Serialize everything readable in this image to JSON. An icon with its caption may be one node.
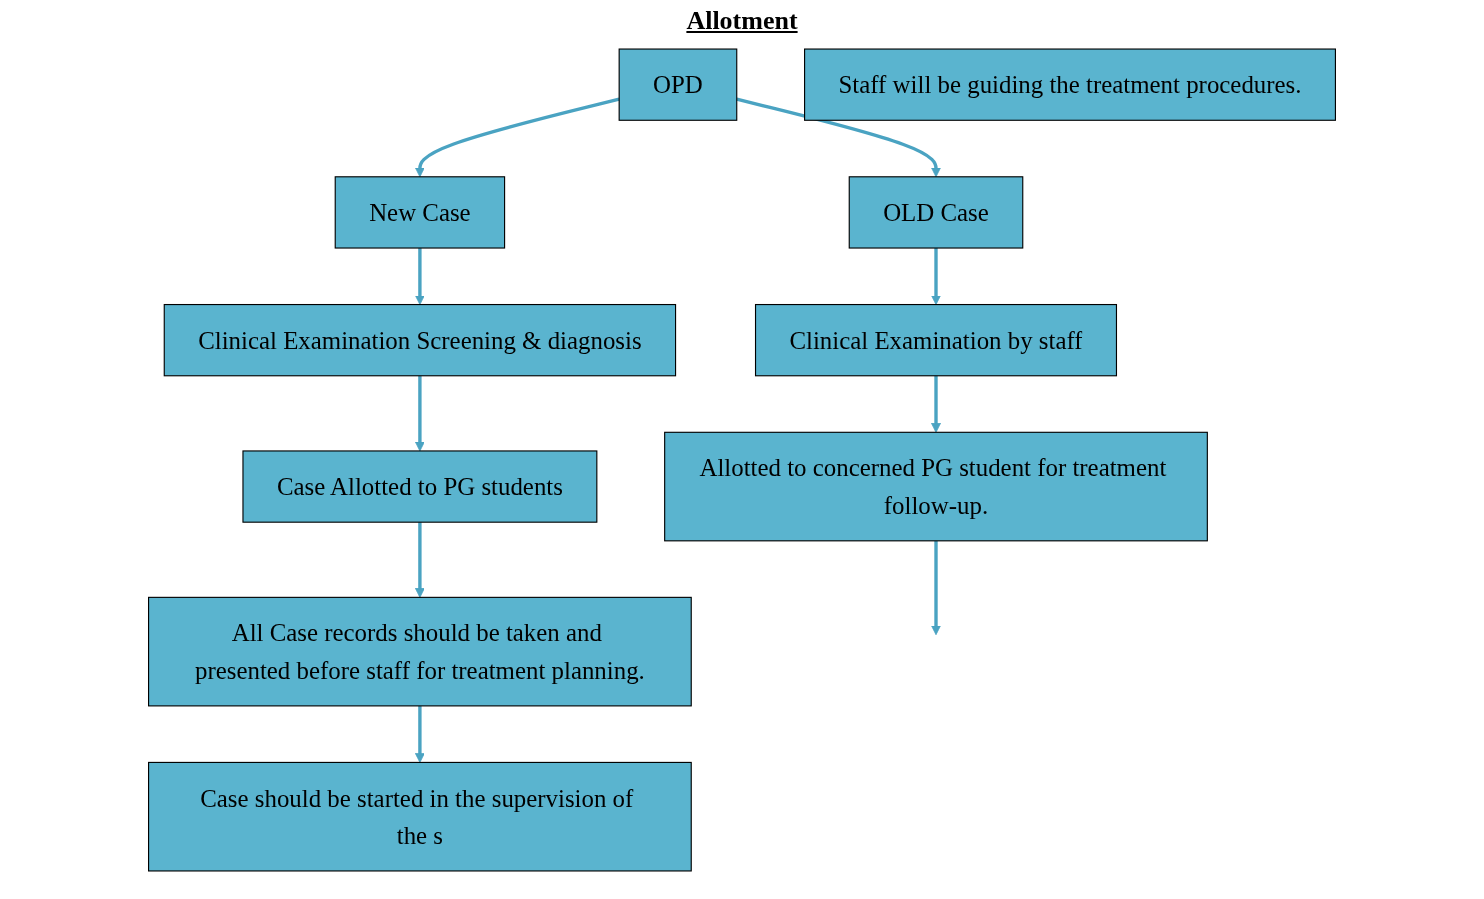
{
  "diagram": {
    "title": "Allotment",
    "nodes": [
      {
        "text": [
          "OPD"
        ]
      },
      {
        "text": [
          "New Case"
        ]
      },
      {
        "text": [
          "OLD Case"
        ]
      },
      {
        "text": [
          "Clinical Examination Screening & diagnosis"
        ]
      },
      {
        "text": [
          "Clinical Examination by staff"
        ]
      },
      {
        "text": [
          "Case Allotted to PG students"
        ]
      },
      {
        "text": [
          "Allotted to concerned PG student for treatment follow-up."
        ]
      },
      {
        "text": [
          "All Case records should be taken and presented before staff for treatment planning."
        ]
      },
      {
        "text": [
          "Case should be started in the supervision of the s"
        ]
      },
      {
        "text": [
          "Staff will be guiding the treatment procedures."
        ]
      }
    ],
    "edges": [
      {
        "from": 0,
        "to": 1,
        "arrow": "to"
      },
      {
        "from": 0,
        "to": 2,
        "arrow": "to"
      },
      {
        "from": 1,
        "to": 3,
        "arrow": "to"
      },
      {
        "from": 2,
        "to": 4,
        "arrow": "to"
      },
      {
        "from": 3,
        "to": 5,
        "arrow": "to"
      },
      {
        "from": 4,
        "to": 6,
        "arrow": "to"
      },
      {
        "from": 5,
        "to": 7,
        "arrow": "to"
      },
      {
        "from": 6,
        "to": null,
        "arrow": "to"
      },
      {
        "from": 7,
        "to": 8,
        "arrow": "to"
      }
    ]
  }
}
